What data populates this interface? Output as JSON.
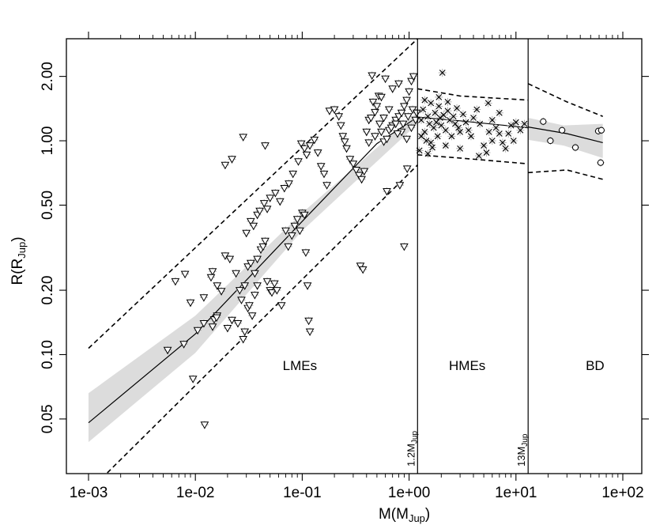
{
  "chart_data": {
    "type": "scatter",
    "title": "",
    "xlabel": {
      "main": "M(M",
      "sub": "Jup",
      "close": ")"
    },
    "ylabel": {
      "main": "R(R",
      "sub": "Jup",
      "close": ")"
    },
    "x_scale": "log",
    "y_scale": "log",
    "xlim": [
      0.001,
      100
    ],
    "ylim": [
      0.028,
      3.0
    ],
    "x_ticks": [
      {
        "value": 0.001,
        "label": "1e-03"
      },
      {
        "value": 0.01,
        "label": "1e-02"
      },
      {
        "value": 0.1,
        "label": "1e-01"
      },
      {
        "value": 1,
        "label": "1e+00"
      },
      {
        "value": 10,
        "label": "1e+01"
      },
      {
        "value": 100,
        "label": "1e+02"
      }
    ],
    "y_ticks": [
      {
        "value": 0.05,
        "label": "0.05"
      },
      {
        "value": 0.1,
        "label": "0.10"
      },
      {
        "value": 0.2,
        "label": "0.20"
      },
      {
        "value": 0.5,
        "label": "0.50"
      },
      {
        "value": 1.0,
        "label": "1.00"
      },
      {
        "value": 2.0,
        "label": "2.00"
      }
    ],
    "grid": false,
    "region_labels": [
      {
        "text": "LMEs",
        "x": 0.095,
        "y": 0.089
      },
      {
        "text": "HMEs",
        "x": 3.5,
        "y": 0.089
      },
      {
        "text": "BD",
        "x": 55,
        "y": 0.089
      }
    ],
    "vertical_lines": [
      {
        "x": 1.2,
        "label": "1.2M",
        "sub": "Jup"
      },
      {
        "x": 13,
        "label": "13M",
        "sub": "Jup"
      }
    ],
    "fits": [
      {
        "segment": "LMEs",
        "points": [
          [
            0.001,
            0.048
          ],
          [
            0.01,
            0.125
          ],
          [
            0.1,
            0.42
          ],
          [
            0.5,
            0.97
          ],
          [
            1.2,
            1.29
          ]
        ]
      },
      {
        "segment": "HMEs",
        "points": [
          [
            1.2,
            1.29
          ],
          [
            3,
            1.24
          ],
          [
            13,
            1.15
          ]
        ]
      },
      {
        "segment": "BD",
        "points": [
          [
            13,
            1.16
          ],
          [
            30,
            1.08
          ],
          [
            65,
            0.98
          ]
        ]
      }
    ],
    "fit_band": [
      {
        "segment": "LMEs",
        "upper": [
          [
            0.001,
            0.066
          ],
          [
            0.01,
            0.152
          ],
          [
            0.1,
            0.46
          ],
          [
            1.2,
            1.36
          ]
        ],
        "lower": [
          [
            0.001,
            0.039
          ],
          [
            0.01,
            0.102
          ],
          [
            0.1,
            0.38
          ],
          [
            1.2,
            1.2
          ]
        ]
      },
      {
        "segment": "BD",
        "upper": [
          [
            13,
            1.28
          ],
          [
            28,
            1.18
          ],
          [
            65,
            1.2
          ]
        ],
        "lower": [
          [
            13,
            1.01
          ],
          [
            28,
            0.95
          ],
          [
            65,
            0.83
          ]
        ]
      }
    ],
    "prediction_bounds": [
      {
        "segment": "LMEs",
        "upper": [
          [
            0.001,
            0.107
          ],
          [
            1.2,
            3.0
          ]
        ],
        "lower": [
          [
            0.0015,
            0.028
          ],
          [
            1.2,
            0.77
          ]
        ]
      },
      {
        "segment": "HMEs",
        "upper": [
          [
            1.2,
            1.75
          ],
          [
            3,
            1.62
          ],
          [
            13,
            1.55
          ]
        ],
        "lower": [
          [
            1.2,
            0.86
          ],
          [
            3,
            0.83
          ],
          [
            13,
            0.78
          ]
        ]
      },
      {
        "segment": "BD",
        "upper": [
          [
            13,
            1.85
          ],
          [
            30,
            1.52
          ],
          [
            65,
            1.3
          ]
        ],
        "lower": [
          [
            13,
            0.71
          ],
          [
            30,
            0.73
          ],
          [
            65,
            0.66
          ]
        ]
      }
    ],
    "series": [
      {
        "name": "LMEs",
        "marker": "triangle-down",
        "points": [
          [
            0.0055,
            0.105
          ],
          [
            0.0078,
            0.112
          ],
          [
            0.0095,
            0.077
          ],
          [
            0.0122,
            0.047
          ],
          [
            0.0105,
            0.13
          ],
          [
            0.012,
            0.14
          ],
          [
            0.0145,
            0.135
          ],
          [
            0.015,
            0.146
          ],
          [
            0.016,
            0.152
          ],
          [
            0.0158,
            0.149
          ],
          [
            0.02,
            0.133
          ],
          [
            0.022,
            0.145
          ],
          [
            0.025,
            0.14
          ],
          [
            0.028,
            0.118
          ],
          [
            0.029,
            0.128
          ],
          [
            0.031,
            0.165
          ],
          [
            0.032,
            0.17
          ],
          [
            0.034,
            0.152
          ],
          [
            0.036,
            0.19
          ],
          [
            0.038,
            0.21
          ],
          [
            0.009,
            0.175
          ],
          [
            0.0065,
            0.22
          ],
          [
            0.008,
            0.238
          ],
          [
            0.012,
            0.185
          ],
          [
            0.0145,
            0.245
          ],
          [
            0.014,
            0.23
          ],
          [
            0.016,
            0.21
          ],
          [
            0.0175,
            0.198
          ],
          [
            0.019,
            0.29
          ],
          [
            0.021,
            0.28
          ],
          [
            0.024,
            0.24
          ],
          [
            0.026,
            0.2
          ],
          [
            0.027,
            0.18
          ],
          [
            0.029,
            0.21
          ],
          [
            0.031,
            0.258
          ],
          [
            0.033,
            0.268
          ],
          [
            0.036,
            0.24
          ],
          [
            0.038,
            0.28
          ],
          [
            0.041,
            0.31
          ],
          [
            0.043,
            0.32
          ],
          [
            0.045,
            0.34
          ],
          [
            0.047,
            0.22
          ],
          [
            0.05,
            0.2
          ],
          [
            0.052,
            0.195
          ],
          [
            0.055,
            0.215
          ],
          [
            0.058,
            0.2
          ],
          [
            0.064,
            0.17
          ],
          [
            0.07,
            0.38
          ],
          [
            0.074,
            0.32
          ],
          [
            0.08,
            0.36
          ],
          [
            0.085,
            0.4
          ],
          [
            0.09,
            0.43
          ],
          [
            0.095,
            0.38
          ],
          [
            0.1,
            0.46
          ],
          [
            0.105,
            0.45
          ],
          [
            0.108,
            0.3
          ],
          [
            0.112,
            0.21
          ],
          [
            0.115,
            0.144
          ],
          [
            0.118,
            0.128
          ],
          [
            0.03,
            0.37
          ],
          [
            0.033,
            0.42
          ],
          [
            0.035,
            0.4
          ],
          [
            0.038,
            0.45
          ],
          [
            0.04,
            0.47
          ],
          [
            0.044,
            0.51
          ],
          [
            0.047,
            0.48
          ],
          [
            0.05,
            0.54
          ],
          [
            0.056,
            0.57
          ],
          [
            0.062,
            0.52
          ],
          [
            0.068,
            0.6
          ],
          [
            0.075,
            0.63
          ],
          [
            0.082,
            0.7
          ],
          [
            0.092,
            0.8
          ],
          [
            0.098,
            0.97
          ],
          [
            0.105,
            0.92
          ],
          [
            0.11,
            0.86
          ],
          [
            0.118,
            0.95
          ],
          [
            0.13,
            1.01
          ],
          [
            0.14,
            0.88
          ],
          [
            0.15,
            0.76
          ],
          [
            0.16,
            0.7
          ],
          [
            0.17,
            0.62
          ],
          [
            0.18,
            1.38
          ],
          [
            0.2,
            1.4
          ],
          [
            0.22,
            1.3
          ],
          [
            0.23,
            1.18
          ],
          [
            0.24,
            1.05
          ],
          [
            0.25,
            0.99
          ],
          [
            0.26,
            0.92
          ],
          [
            0.28,
            0.82
          ],
          [
            0.3,
            0.78
          ],
          [
            0.32,
            0.73
          ],
          [
            0.34,
            0.69
          ],
          [
            0.36,
            0.66
          ],
          [
            0.38,
            0.72
          ],
          [
            0.4,
            1.1
          ],
          [
            0.42,
            1.25
          ],
          [
            0.44,
            1.28
          ],
          [
            0.46,
            1.52
          ],
          [
            0.48,
            1.36
          ],
          [
            0.5,
            1.45
          ],
          [
            0.52,
            1.62
          ],
          [
            0.55,
            1.1
          ],
          [
            0.58,
            0.99
          ],
          [
            0.62,
            1.02
          ],
          [
            0.65,
            1.12
          ],
          [
            0.7,
            1.18
          ],
          [
            0.75,
            1.25
          ],
          [
            0.8,
            1.3
          ],
          [
            0.85,
            1.35
          ],
          [
            0.9,
            1.45
          ],
          [
            0.95,
            1.55
          ],
          [
            1.0,
            1.7
          ],
          [
            1.05,
            1.9
          ],
          [
            1.1,
            2.0
          ],
          [
            0.35,
            0.26
          ],
          [
            0.37,
            0.25
          ],
          [
            0.62,
            0.58
          ],
          [
            0.82,
            0.62
          ],
          [
            0.9,
            0.32
          ],
          [
            0.96,
            0.74
          ],
          [
            0.045,
            0.95
          ],
          [
            0.028,
            1.04
          ],
          [
            0.019,
            0.77
          ],
          [
            0.022,
            0.82
          ],
          [
            0.6,
            1.95
          ],
          [
            0.7,
            1.75
          ],
          [
            0.8,
            1.85
          ],
          [
            0.45,
            2.02
          ],
          [
            0.55,
            1.6
          ],
          [
            0.65,
            1.4
          ],
          [
            0.75,
            1.2
          ],
          [
            0.85,
            1.1
          ],
          [
            0.95,
            1.02
          ],
          [
            1.05,
            1.15
          ],
          [
            1.15,
            1.25
          ],
          [
            0.42,
            0.98
          ],
          [
            0.48,
            1.05
          ],
          [
            0.53,
            1.2
          ],
          [
            0.58,
            1.28
          ],
          [
            0.68,
            1.15
          ],
          [
            0.78,
            1.08
          ],
          [
            0.88,
            1.2
          ],
          [
            0.98,
            1.3
          ],
          [
            1.08,
            1.4
          ],
          [
            1.18,
            1.35
          ]
        ]
      },
      {
        "name": "HMEs",
        "marker": "cross",
        "points": [
          [
            1.3,
            1.25
          ],
          [
            1.35,
            1.4
          ],
          [
            1.4,
            1.1
          ],
          [
            1.45,
            1.0
          ],
          [
            1.5,
            1.3
          ],
          [
            1.55,
            1.2
          ],
          [
            1.6,
            0.98
          ],
          [
            1.65,
            0.93
          ],
          [
            1.7,
            1.15
          ],
          [
            1.75,
            1.35
          ],
          [
            1.8,
            1.22
          ],
          [
            1.85,
            1.05
          ],
          [
            1.9,
            1.45
          ],
          [
            1.95,
            1.28
          ],
          [
            2.0,
            1.18
          ],
          [
            2.05,
            2.08
          ],
          [
            2.1,
            1.32
          ],
          [
            2.2,
            1.12
          ],
          [
            2.3,
            1.38
          ],
          [
            2.4,
            1.25
          ],
          [
            2.5,
            1.05
          ],
          [
            2.6,
            1.3
          ],
          [
            2.7,
            1.2
          ],
          [
            2.8,
            1.42
          ],
          [
            2.9,
            1.15
          ],
          [
            3.0,
            1.1
          ],
          [
            3.2,
            1.33
          ],
          [
            3.4,
            1.22
          ],
          [
            3.6,
            1.12
          ],
          [
            3.8,
            1.05
          ],
          [
            4.0,
            1.28
          ],
          [
            4.3,
            1.4
          ],
          [
            4.6,
            1.2
          ],
          [
            5.0,
            0.95
          ],
          [
            5.3,
            0.88
          ],
          [
            5.6,
            1.1
          ],
          [
            6.0,
            1.25
          ],
          [
            6.5,
            1.15
          ],
          [
            7.0,
            1.35
          ],
          [
            7.5,
            0.98
          ],
          [
            8.0,
            0.92
          ],
          [
            8.5,
            1.08
          ],
          [
            9.0,
            1.18
          ],
          [
            10.0,
            1.22
          ],
          [
            11.0,
            1.12
          ],
          [
            12.0,
            1.2
          ],
          [
            1.25,
            0.9
          ],
          [
            1.3,
            1.05
          ],
          [
            1.5,
            0.87
          ],
          [
            2.2,
            0.95
          ],
          [
            3.0,
            0.92
          ],
          [
            4.5,
            0.85
          ],
          [
            5.5,
            1.5
          ],
          [
            6.0,
            1.0
          ],
          [
            7.0,
            1.08
          ],
          [
            9.5,
            1.0
          ],
          [
            1.4,
            1.55
          ],
          [
            1.6,
            1.5
          ],
          [
            1.9,
            1.6
          ],
          [
            2.3,
            1.52
          ]
        ]
      },
      {
        "name": "BD",
        "marker": "circle",
        "points": [
          [
            18,
            1.23
          ],
          [
            21,
            1.0
          ],
          [
            27,
            1.12
          ],
          [
            36,
            0.93
          ],
          [
            59,
            1.11
          ],
          [
            63,
            1.12
          ],
          [
            62,
            0.79
          ]
        ]
      }
    ]
  }
}
